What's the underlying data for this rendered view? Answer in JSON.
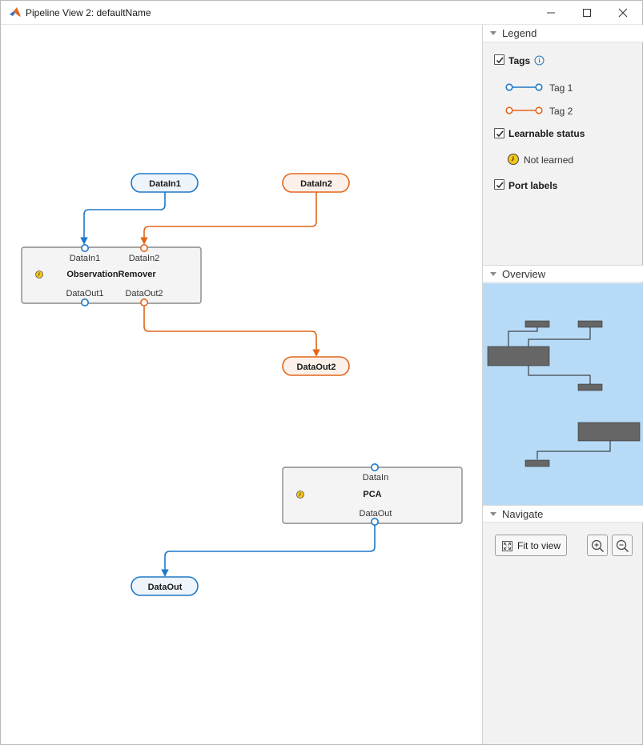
{
  "window": {
    "title": "Pipeline View 2: defaultName"
  },
  "legend": {
    "section_title": "Legend",
    "tags": {
      "label": "Tags",
      "checked": true
    },
    "tag_items": [
      {
        "label": "Tag 1",
        "color": "#1f78c8"
      },
      {
        "label": "Tag 2",
        "color": "#e2661b"
      }
    ],
    "learnable": {
      "label": "Learnable status",
      "checked": true
    },
    "not_learned": {
      "label": "Not learned"
    },
    "port_labels": {
      "label": "Port labels",
      "checked": true
    }
  },
  "overview": {
    "section_title": "Overview"
  },
  "navigate": {
    "section_title": "Navigate",
    "fit_label": "Fit to view"
  },
  "pipeline": {
    "io_nodes": {
      "datain1": "DataIn1",
      "datain2": "DataIn2",
      "dataout2": "DataOut2",
      "dataout": "DataOut"
    },
    "components": {
      "observation_remover": {
        "name": "ObservationRemover",
        "in1": "DataIn1",
        "in2": "DataIn2",
        "out1": "DataOut1",
        "out2": "DataOut2"
      },
      "pca": {
        "name": "PCA",
        "in": "DataIn",
        "out": "DataOut"
      }
    }
  },
  "colors": {
    "tag1": "#1f78c8",
    "tag2": "#e2661b",
    "node_fill": "#f4f4f4",
    "node_border": "#8a8a8a",
    "overview_bg": "#b7dbf7"
  }
}
